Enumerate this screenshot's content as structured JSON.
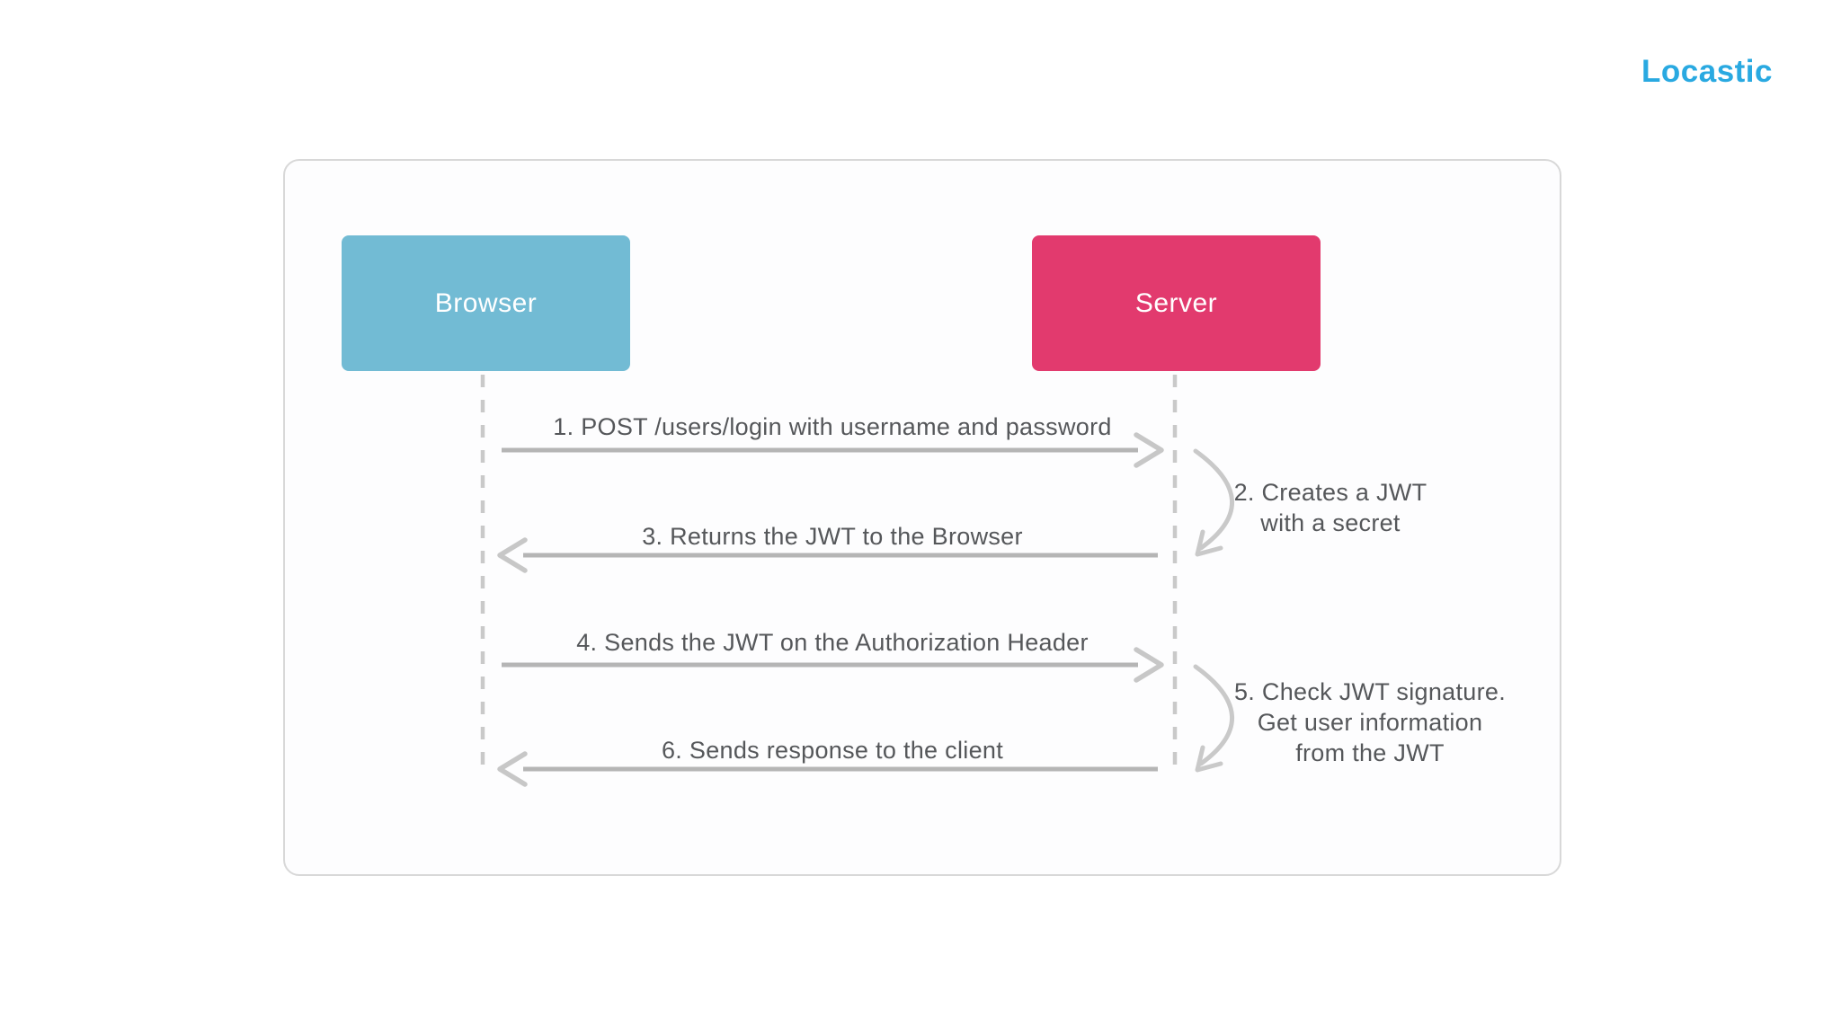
{
  "logo": {
    "text": "Locastic",
    "color": "#29a9e1"
  },
  "diagram": {
    "type": "sequence-diagram",
    "topic": "JWT authentication flow",
    "actors": [
      {
        "id": "browser",
        "label": "Browser",
        "color": "#72bbd4"
      },
      {
        "id": "server",
        "label": "Server",
        "color": "#e23a6e"
      }
    ],
    "messages": [
      {
        "step": 1,
        "label": "1. POST /users/login with username and password",
        "from": "browser",
        "to": "server",
        "direction": "right"
      },
      {
        "step": 3,
        "label": "3. Returns the JWT to the Browser",
        "from": "server",
        "to": "browser",
        "direction": "left"
      },
      {
        "step": 4,
        "label": "4. Sends the JWT on the Authorization Header",
        "from": "browser",
        "to": "server",
        "direction": "right"
      },
      {
        "step": 6,
        "label": "6. Sends response to the client",
        "from": "server",
        "to": "browser",
        "direction": "left"
      }
    ],
    "self_actions": [
      {
        "step": 2,
        "actor": "server",
        "lines": [
          "2. Creates a JWT",
          "with a secret"
        ]
      },
      {
        "step": 5,
        "actor": "server",
        "lines": [
          "5. Check JWT signature.",
          "Get user information",
          "from the JWT"
        ]
      }
    ],
    "colors": {
      "label_text": "#55575a",
      "arrow_shaft": "#b5b5b5",
      "arrow_head": "#c7c7c7",
      "lifeline": "#c9c9c9",
      "frame_border": "#d8d8d8",
      "background": "#ffffff"
    }
  }
}
